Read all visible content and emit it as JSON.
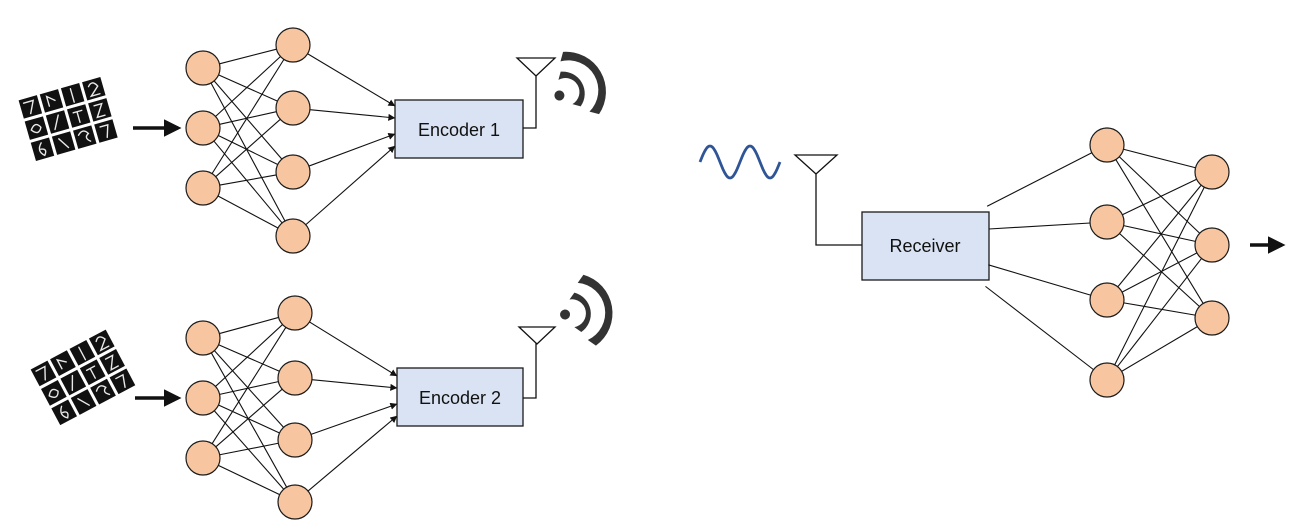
{
  "encoders": [
    {
      "label": "Encoder 1"
    },
    {
      "label": "Encoder 2"
    }
  ],
  "receiver": {
    "label": "Receiver"
  },
  "icons": {
    "input_images": "digit-image-grid-icon",
    "antenna": "antenna-icon",
    "wireless_signal": "wireless-signal-icon",
    "carrier_wave": "sine-wave-icon",
    "output": "arrow-right-icon"
  },
  "colors": {
    "neuron_fill": "#f7c6a1",
    "box_fill": "#dae3f3",
    "wave": "#2f5597"
  }
}
